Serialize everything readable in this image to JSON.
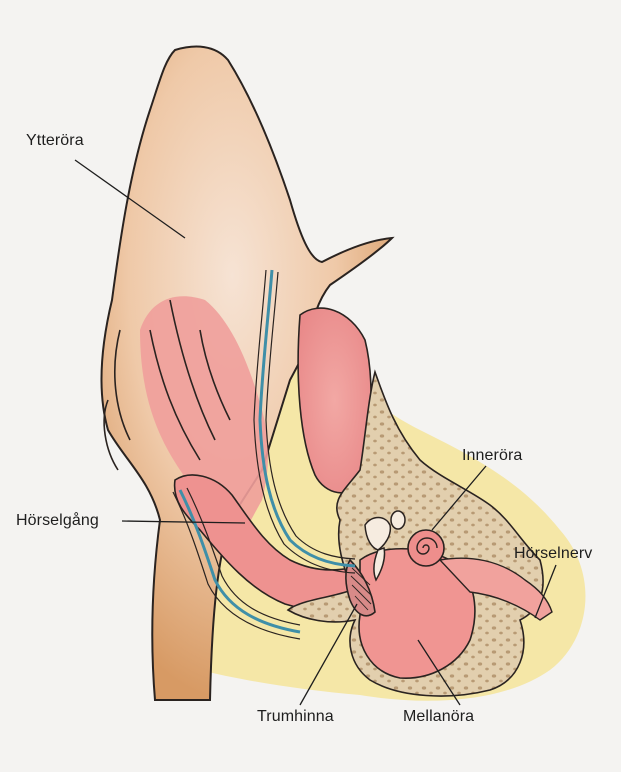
{
  "labels": {
    "outer_ear": "Ytteröra",
    "ear_canal": "Hörselgång",
    "inner_ear": "Inneröra",
    "auditory_nerve": "Hörselnerv",
    "eardrum": "Trumhinna",
    "middle_ear": "Mellanöra"
  },
  "colors": {
    "background": "#f4f3f1",
    "skin": "#d9a06a",
    "skin_light": "#f3d9c4",
    "pink": "#ef9a9a",
    "pink_dark": "#e57373",
    "yellow": "#f4e49a",
    "bone": "#dcc9a8",
    "bone_dots": "#b89c78",
    "blue": "#3f8fa8",
    "outline": "#2a2320"
  }
}
